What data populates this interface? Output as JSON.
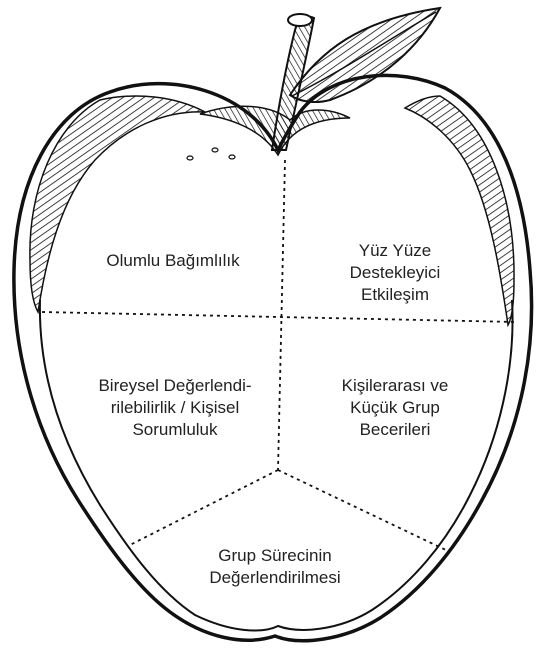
{
  "sections": {
    "positive_interdependence": {
      "lines": [
        "Olumlu Bağımlılık"
      ]
    },
    "face_to_face": {
      "lines": [
        "Yüz Yüze",
        "Destekleyici",
        "Etkileşim"
      ]
    },
    "individual_accountability": {
      "lines": [
        "Bireysel Değerlendi-",
        "rilebilirlik / Kişisel",
        "Sorumluluk"
      ]
    },
    "interpersonal_skills": {
      "lines": [
        "Kişilerarası ve",
        "Küçük Grup",
        "Becerileri"
      ]
    },
    "group_processing": {
      "lines": [
        "Grup Sürecinin",
        "Değerlendirilmesi"
      ]
    }
  },
  "colors": {
    "ink": "#111111",
    "text": "#222222",
    "background": "#ffffff"
  }
}
